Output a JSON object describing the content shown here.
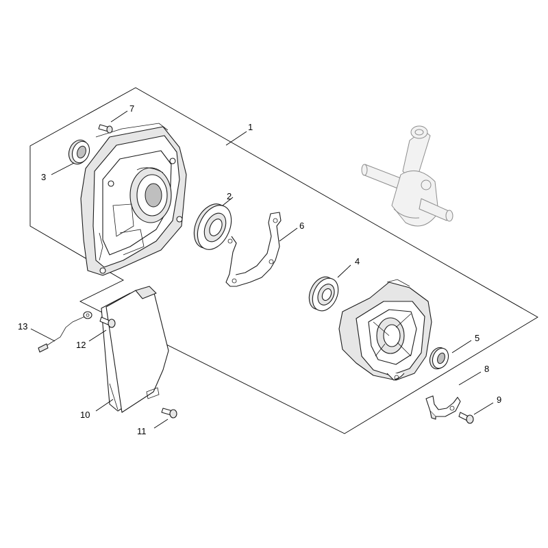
{
  "callouts": [
    {
      "id": "1",
      "label": "1"
    },
    {
      "id": "2",
      "label": "2"
    },
    {
      "id": "3",
      "label": "3"
    },
    {
      "id": "4",
      "label": "4"
    },
    {
      "id": "5",
      "label": "5"
    },
    {
      "id": "6",
      "label": "6"
    },
    {
      "id": "7",
      "label": "7"
    },
    {
      "id": "8",
      "label": "8"
    },
    {
      "id": "9",
      "label": "9"
    },
    {
      "id": "10",
      "label": "10"
    },
    {
      "id": "11",
      "label": "11"
    },
    {
      "id": "12",
      "label": "12"
    },
    {
      "id": "13",
      "label": "13"
    }
  ],
  "colors": {
    "line": "#000000",
    "part_fill": "#ffffff",
    "shade": "#e6e6e6",
    "ghost": "#8c8c8c"
  }
}
